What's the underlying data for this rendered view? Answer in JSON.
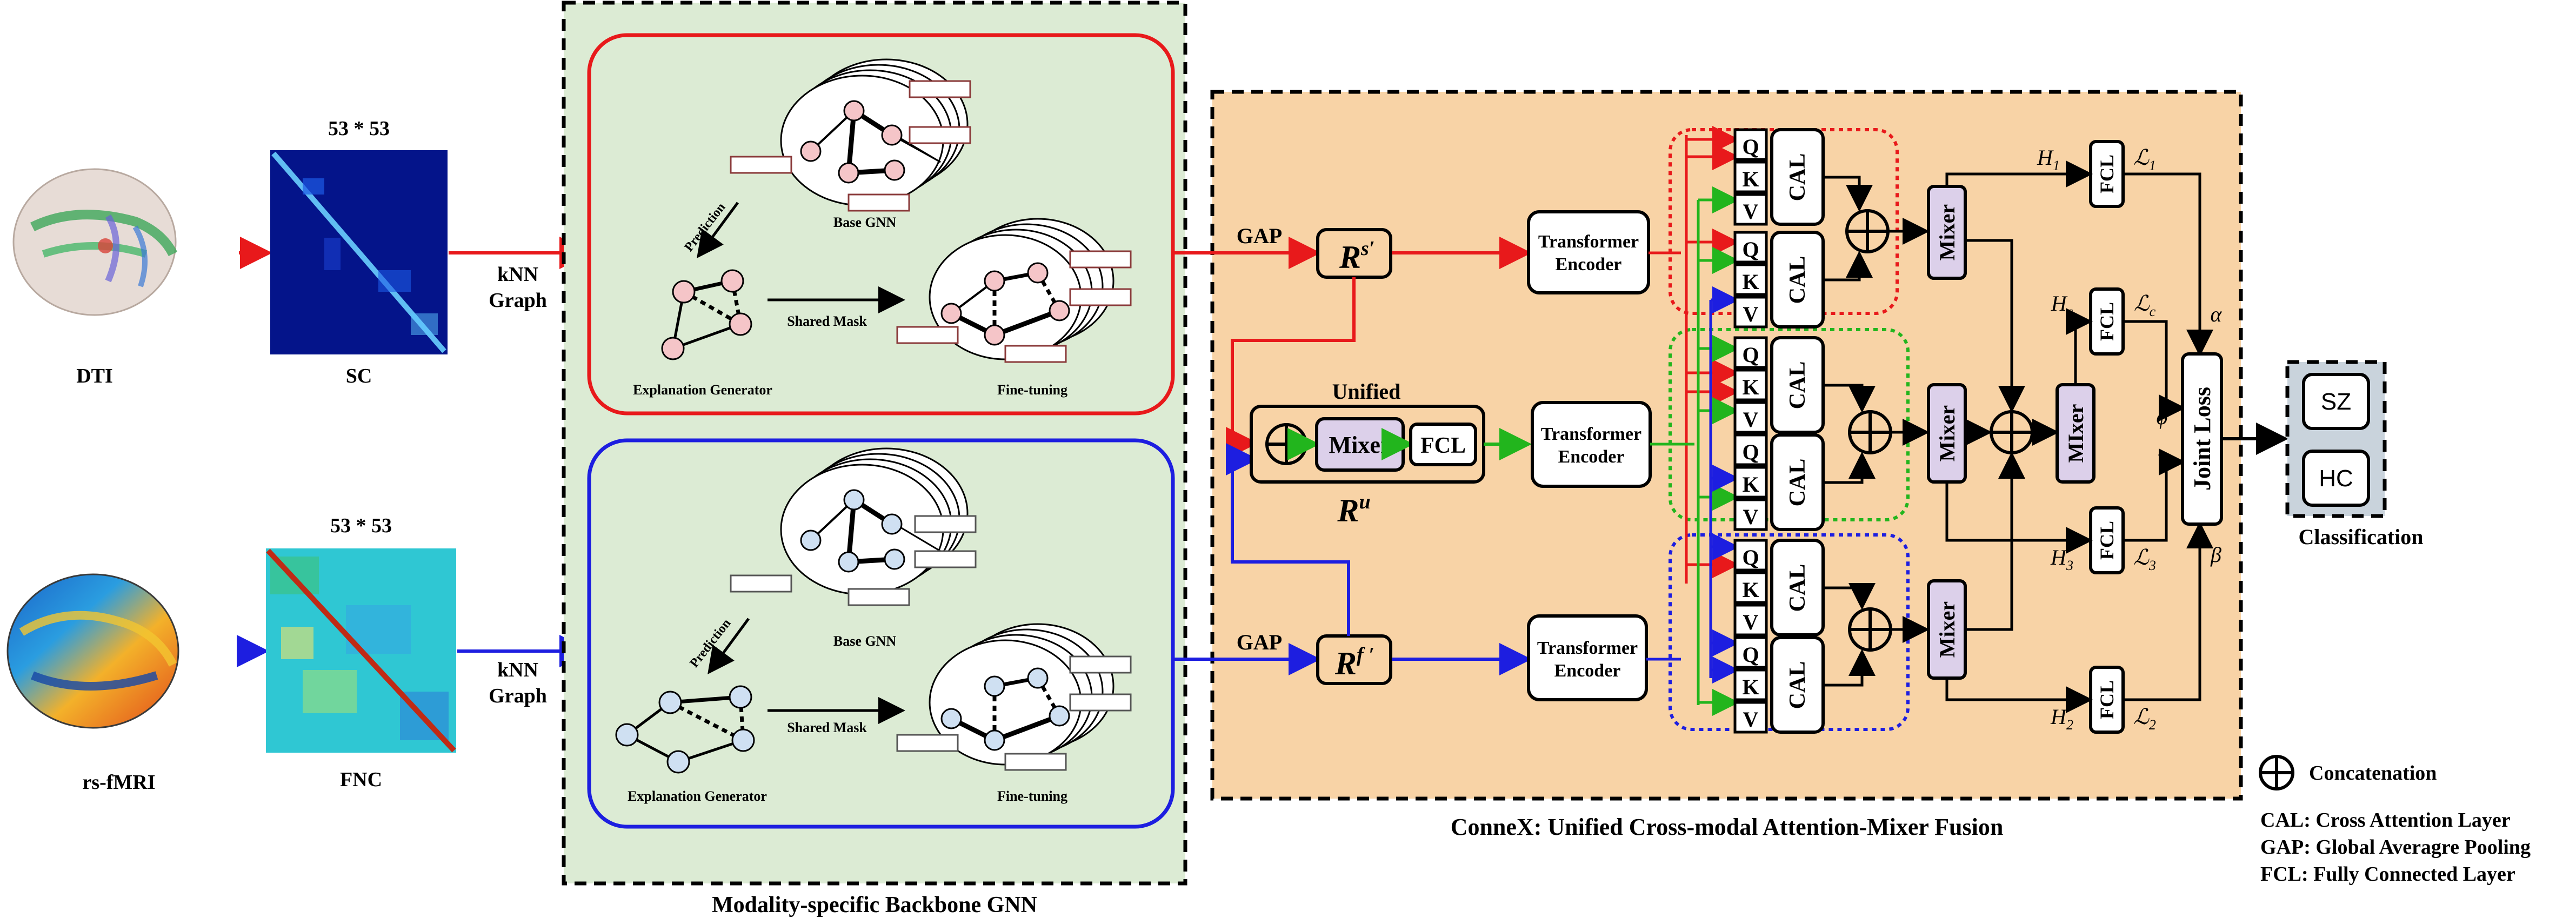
{
  "colors": {
    "red": "#e8191b",
    "blue": "#1d1ee0",
    "green": "#22b51d",
    "black": "#000000",
    "backbone_bg": "#dcebd4",
    "connex_bg": "#f8d3a6",
    "mixer_fill": "#dcd0ea",
    "node_pink": "#f5c5c8",
    "node_blue": "#cfe0f2",
    "class_bg": "#c9d3dc"
  },
  "inputs": {
    "dti_label": "DTI",
    "sc_label": "SC",
    "sc_dim": "53 * 53",
    "fmri_label": "rs-fMRI",
    "fnc_label": "FNC",
    "fnc_dim": "53 * 53",
    "knn_line1": "kNN",
    "knn_line2": "Graph"
  },
  "backbone": {
    "title": "Modality-specific Backbone GNN",
    "base_gnn": "Base GNN",
    "prediction": "Prediction",
    "shared_mask": "Shared Mask",
    "explanation_generator": "Explanation Generator",
    "fine_tuning": "Fine-tuning"
  },
  "connex": {
    "title": "ConneX: Unified Cross-modal Attention-Mixer Fusion",
    "gap": "GAP",
    "rs": "R",
    "rs_sup": "s′",
    "rf": "R",
    "rf_sup": "f ′",
    "ru": "R",
    "ru_sup": "u",
    "unified": "Unified",
    "mixer": "Mixer",
    "mixer2": "MIxer",
    "fcl": "FCL",
    "transformer_line1": "Transformer",
    "transformer_line2": "Encoder",
    "q": "Q",
    "k": "K",
    "v": "V",
    "cal": "CAL",
    "joint_loss": "Joint Loss",
    "h1": "H",
    "h1_sub": "1",
    "h2": "H",
    "h2_sub": "2",
    "h3": "H",
    "h3_sub": "3",
    "hc": "H",
    "hc_sub": "c",
    "l1": "ℒ",
    "l1_sub": "1",
    "l2": "ℒ",
    "l2_sub": "2",
    "l3": "ℒ",
    "l3_sub": "3",
    "lc": "ℒ",
    "lc_sub": "c",
    "alpha": "α",
    "beta": "β",
    "gamma": "γ",
    "phi": "ϕ"
  },
  "classification": {
    "sz": "SZ",
    "hc": "HC",
    "label": "Classification"
  },
  "legend": {
    "concat": "Concatenation",
    "cal": "CAL: Cross Attention Layer",
    "gap": "GAP: Global Averagre Pooling",
    "fcl": "FCL: Fully Connected Layer"
  }
}
